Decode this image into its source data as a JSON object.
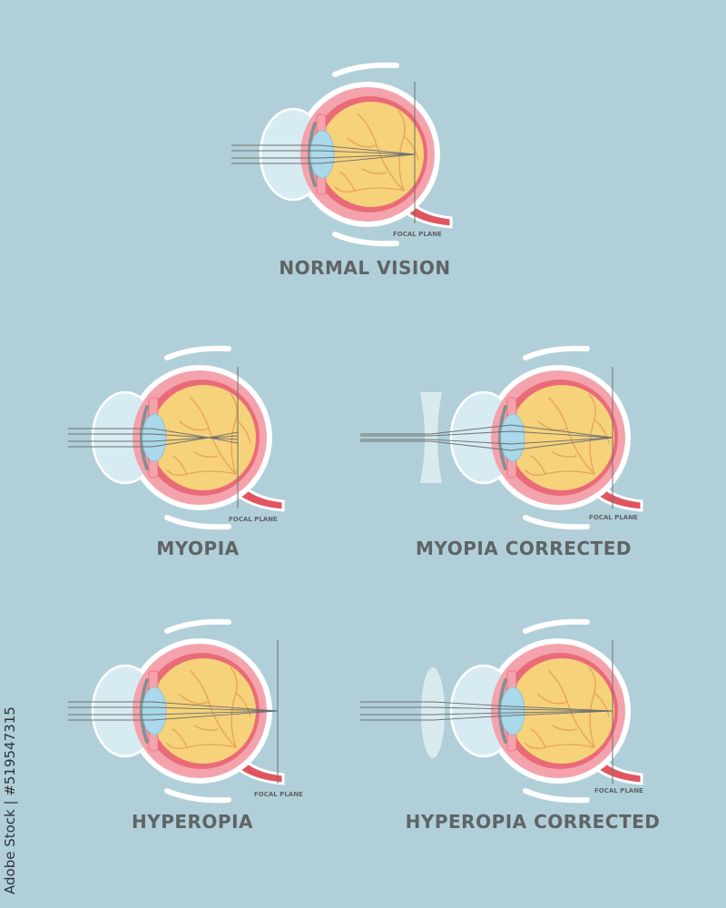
{
  "colors": {
    "background": "#b0cfd9",
    "sclera_outline": "#ffffff",
    "outer_layer": "#f4a3ad",
    "inner_layer": "#ea6b78",
    "vitreous": "#f6d27a",
    "vessels": "#e8a35a",
    "cornea": "#d7ecf2",
    "lens": "#a9d9ea",
    "optic_nerve": "#e0555f",
    "rays": "#6e7070",
    "title_text": "#5f6466"
  },
  "panels": [
    {
      "id": "normal",
      "title": "NORMAL VISION",
      "focal_label": "FOCAL PLANE",
      "condition": "normal",
      "lens": "none"
    },
    {
      "id": "myopia",
      "title": "MYOPIA",
      "focal_label": "FOCAL PLANE",
      "condition": "myopia",
      "lens": "none"
    },
    {
      "id": "myopia-corrected",
      "title": "MYOPIA CORRECTED",
      "focal_label": "FOCAL PLANE",
      "condition": "myopia",
      "lens": "concave"
    },
    {
      "id": "hyperopia",
      "title": "HYPEROPIA",
      "focal_label": "FOCAL PLANE",
      "condition": "hyperopia",
      "lens": "none"
    },
    {
      "id": "hyperopia-corrected",
      "title": "HYPEROPIA CORRECTED",
      "focal_label": "FOCAL PLANE",
      "condition": "hyperopia",
      "lens": "convex"
    }
  ],
  "side_id": "Adobe Stock | #519547315"
}
